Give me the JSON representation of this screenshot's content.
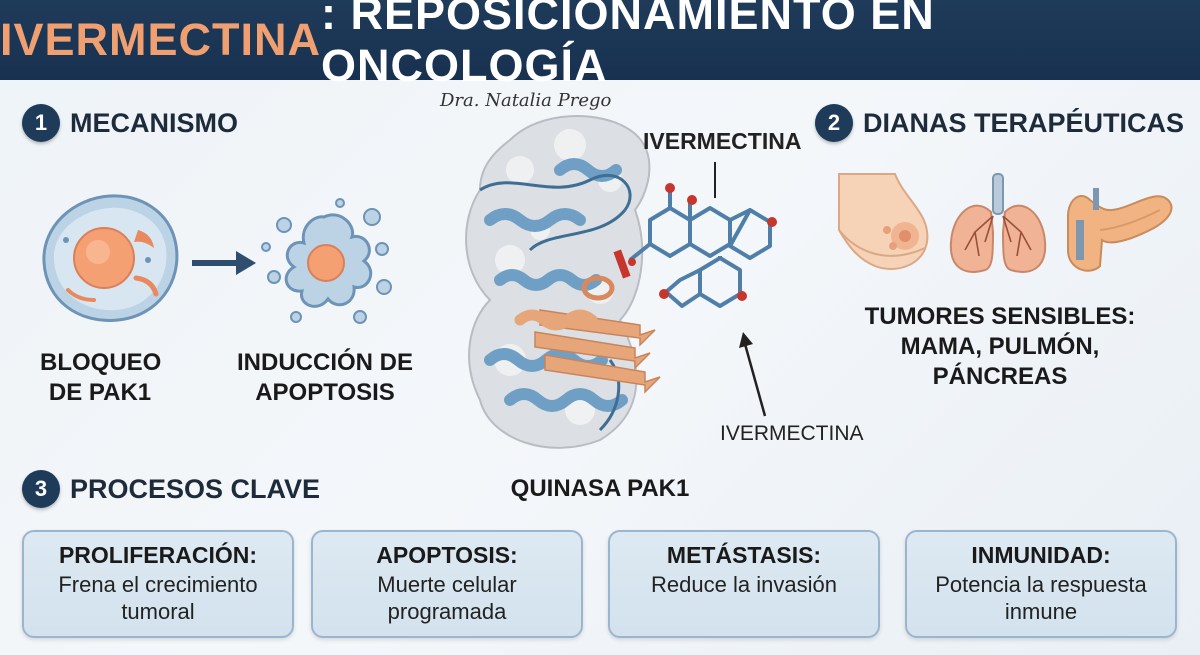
{
  "header": {
    "title_part1": "IVERMECTINA",
    "title_part2": ": REPOSICIONAMIENTO EN ONCOLOGÍA"
  },
  "author": "Dra. Natalia Prego",
  "section1": {
    "number": "1",
    "title": "MECANISMO",
    "step1_line1": "BLOQUEO",
    "step1_line2": "DE PAK1",
    "step2_line1": "INDUCCIÓN DE",
    "step2_line2": "APOPTOSIS"
  },
  "protein": {
    "label_top": "IVERMECTINA",
    "label_bottom": "IVERMECTINA",
    "caption": "QUINASA PAK1"
  },
  "section2": {
    "number": "2",
    "title": "DIANAS TERAPÉUTICAS",
    "organs": [
      "breast-icon",
      "lungs-icon",
      "pancreas-icon"
    ],
    "text_line1": "TUMORES SENSIBLES:",
    "text_line2": "MAMA, PULMÓN, PÁNCREAS"
  },
  "section3": {
    "number": "3",
    "title": "PROCESOS CLAVE",
    "cards": [
      {
        "title": "PROLIFERACIÓN:",
        "desc": "Frena el crecimiento tumoral"
      },
      {
        "title": "APOPTOSIS:",
        "desc": "Muerte celular programada"
      },
      {
        "title": "METÁSTASIS:",
        "desc": "Reduce la invasión"
      },
      {
        "title": "INMUNIDAD:",
        "desc": "Potencia la respuesta inmune"
      }
    ]
  },
  "colors": {
    "navy": "#1f3b5a",
    "orange": "#f0a070",
    "helix_blue": "#6f9fc4",
    "helix_orange": "#e7a679",
    "card_bg": "#d8e6f1"
  }
}
